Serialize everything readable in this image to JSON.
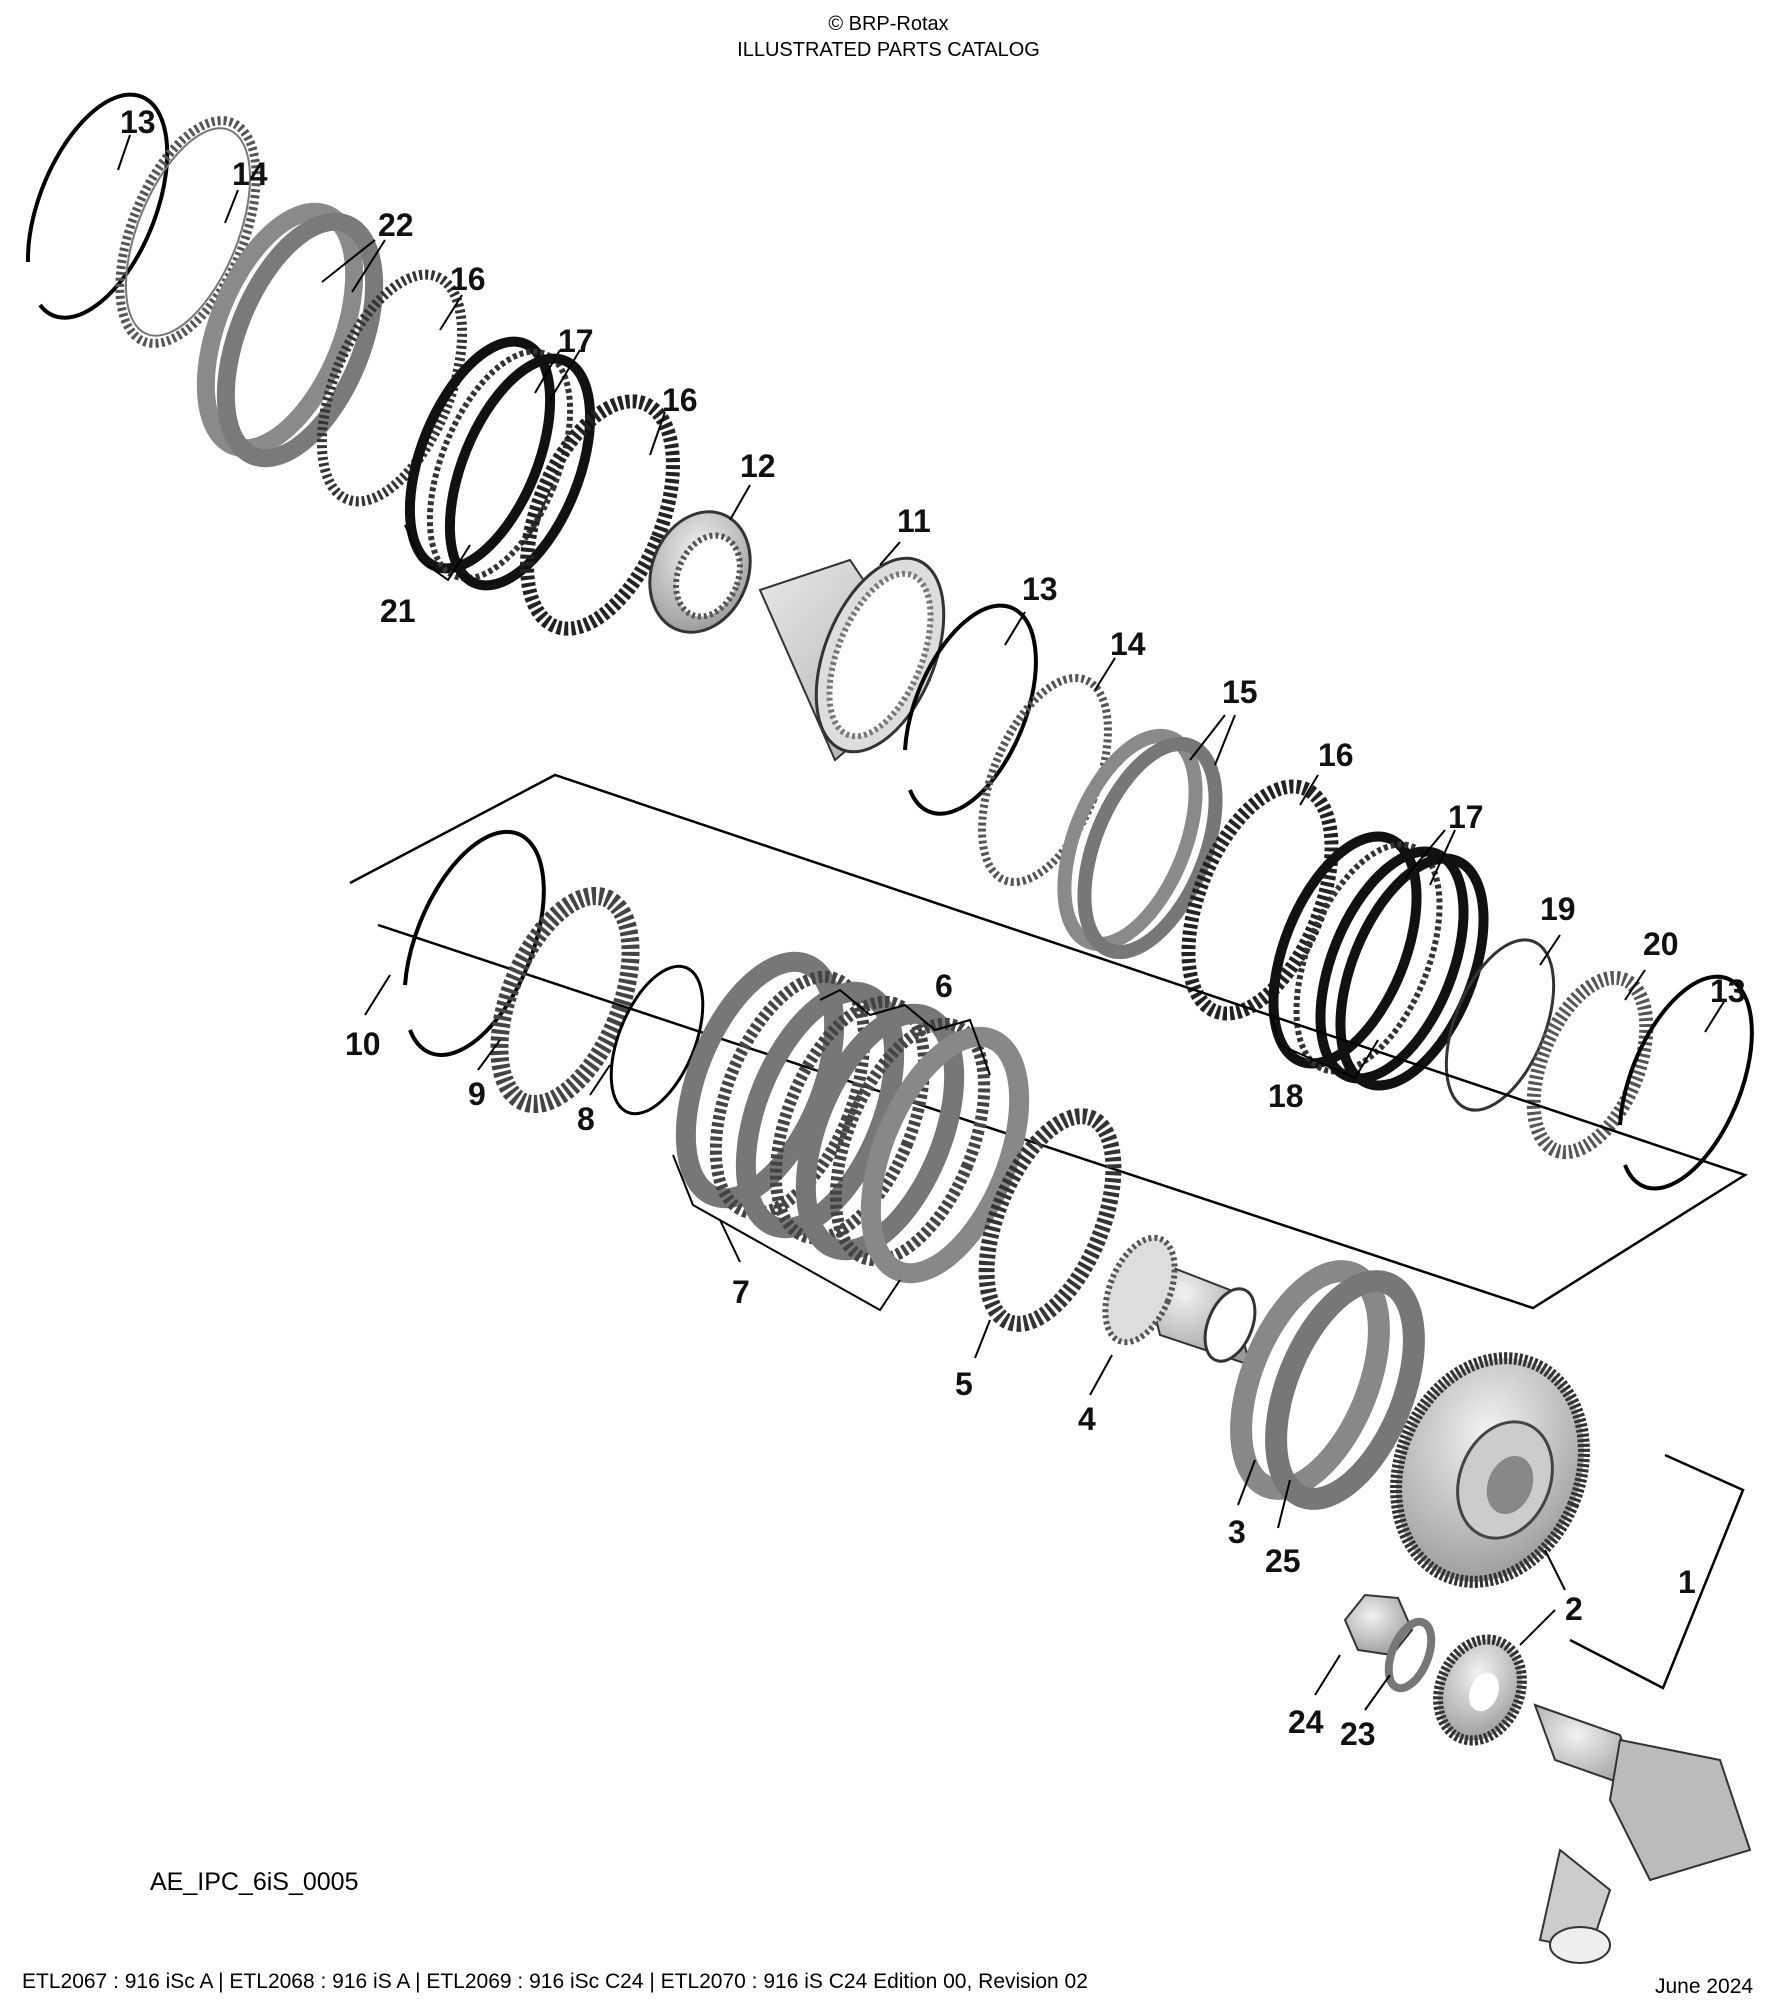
{
  "header": {
    "copyright": "© BRP-Rotax",
    "title": "ILLUSTRATED PARTS CATALOG"
  },
  "figure_id": "AE_IPC_6iS_0005",
  "footer": {
    "left": "ETL2067 : 916 iSc A | ETL2068 : 916 iS A | ETL2069 : 916 iSc C24 | ETL2070 : 916 iS C24 Edition 00, Revision 02",
    "right": "June 2024"
  },
  "callouts": [
    {
      "id": "c13a",
      "text": "13"
    },
    {
      "id": "c14a",
      "text": "14"
    },
    {
      "id": "c22",
      "text": "22"
    },
    {
      "id": "c16a",
      "text": "16"
    },
    {
      "id": "c17a",
      "text": "17"
    },
    {
      "id": "c16b",
      "text": "16"
    },
    {
      "id": "c12",
      "text": "12"
    },
    {
      "id": "c11",
      "text": "11"
    },
    {
      "id": "c21",
      "text": "21"
    },
    {
      "id": "c13b",
      "text": "13"
    },
    {
      "id": "c14b",
      "text": "14"
    },
    {
      "id": "c15",
      "text": "15"
    },
    {
      "id": "c16c",
      "text": "16"
    },
    {
      "id": "c17b",
      "text": "17"
    },
    {
      "id": "c19",
      "text": "19"
    },
    {
      "id": "c20",
      "text": "20"
    },
    {
      "id": "c13c",
      "text": "13"
    },
    {
      "id": "c18",
      "text": "18"
    },
    {
      "id": "c6",
      "text": "6"
    },
    {
      "id": "c10",
      "text": "10"
    },
    {
      "id": "c9",
      "text": "9"
    },
    {
      "id": "c8",
      "text": "8"
    },
    {
      "id": "c7",
      "text": "7"
    },
    {
      "id": "c5",
      "text": "5"
    },
    {
      "id": "c4",
      "text": "4"
    },
    {
      "id": "c3",
      "text": "3"
    },
    {
      "id": "c25",
      "text": "25"
    },
    {
      "id": "c2",
      "text": "2"
    },
    {
      "id": "c1",
      "text": "1"
    },
    {
      "id": "c24",
      "text": "24"
    },
    {
      "id": "c23",
      "text": "23"
    }
  ]
}
